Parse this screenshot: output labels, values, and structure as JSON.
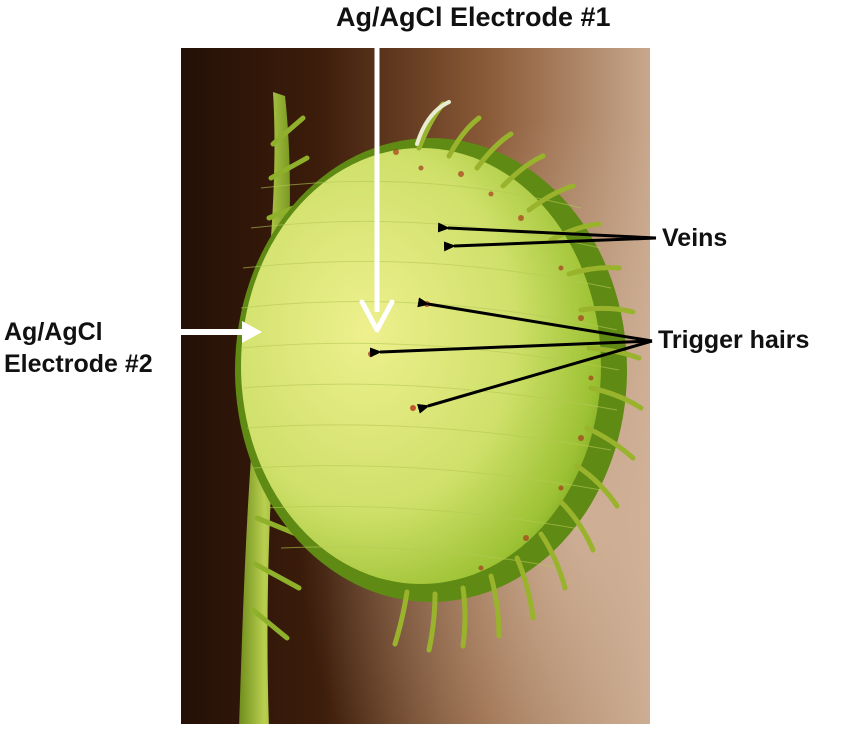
{
  "labels": {
    "electrode1": "Ag/AgCl Electrode #1",
    "electrode2_line1": "Ag/AgCl",
    "electrode2_line2": "Electrode #2",
    "veins": "Veins",
    "trigger_hairs": "Trigger hairs"
  },
  "colors": {
    "background_dark": "#3a1c0c",
    "background_light": "#c7a58a",
    "leaf_light": "#dfe87a",
    "leaf_rim": "#7fae1c",
    "arrow_white": "#ffffff",
    "arrow_black": "#000000"
  },
  "icons": {
    "electrode_arrows": "white-arrow",
    "annotation_arrows": "black-arrow"
  }
}
